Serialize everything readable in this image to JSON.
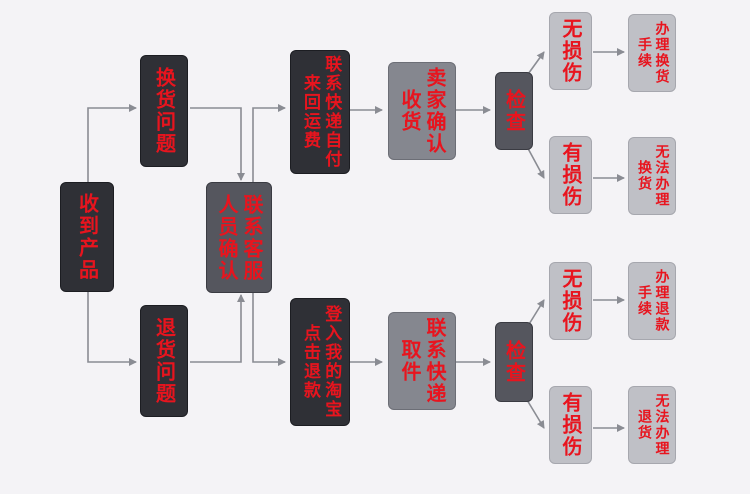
{
  "nodes": {
    "receive": "收到产品",
    "exchange_issue": "换货问题",
    "return_issue": "退货问题",
    "contact_cs": "联系客服人员确认",
    "contact_express_pay": "联系快递自付来回运费",
    "contact_express_pickup": "登入我的淘宝点击退款",
    "seller_confirm": "卖家确认收货",
    "express_pickup": "联系快递取件",
    "check_top": "检查",
    "check_bottom": "检查",
    "no_damage_top": "无损伤",
    "damaged_top": "有损伤",
    "no_damage_bottom": "无损伤",
    "damaged_bottom": "有损伤",
    "handle_exchange": "办理换货手续",
    "cannot_exchange": "无法办理换货",
    "handle_refund": "办理退款手续",
    "cannot_return": "无法办理退货"
  },
  "colors": {
    "text": "#e8141e",
    "arrow": "#8a8c93",
    "background": "#f4f3f6"
  }
}
